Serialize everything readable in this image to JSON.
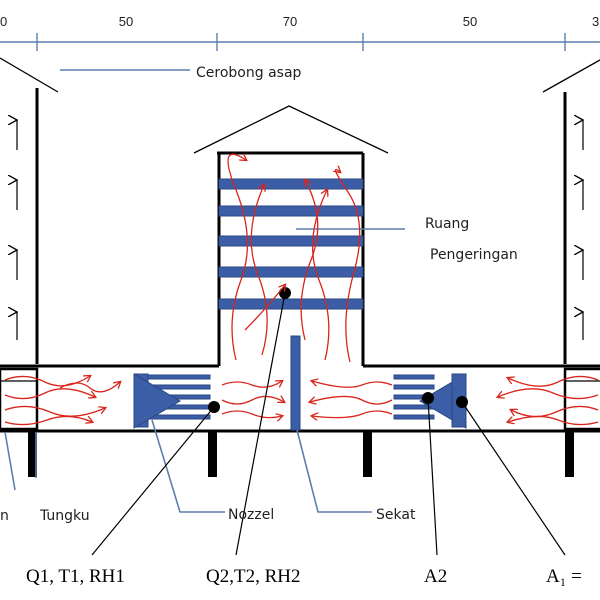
{
  "dimensions": {
    "d_left": "0",
    "d1": "50",
    "d2": "70",
    "d3": "50",
    "d_right": "3"
  },
  "labels": {
    "cerobong": "Cerobong asap",
    "ruang_line1": "Ruang",
    "ruang_line2": "Pengeringan",
    "left_cut": "n",
    "tungku": "Tungku",
    "nozzel": "Nozzel",
    "sekat": "Sekat",
    "q1": "Q1, T1, RH1",
    "q2": "Q2,T2, RH2",
    "a2": "A2",
    "a1": "A₁ ="
  },
  "colors": {
    "blue": "#3b5ea6",
    "red": "#d9261c",
    "leader_blue": "#5b7fae"
  }
}
